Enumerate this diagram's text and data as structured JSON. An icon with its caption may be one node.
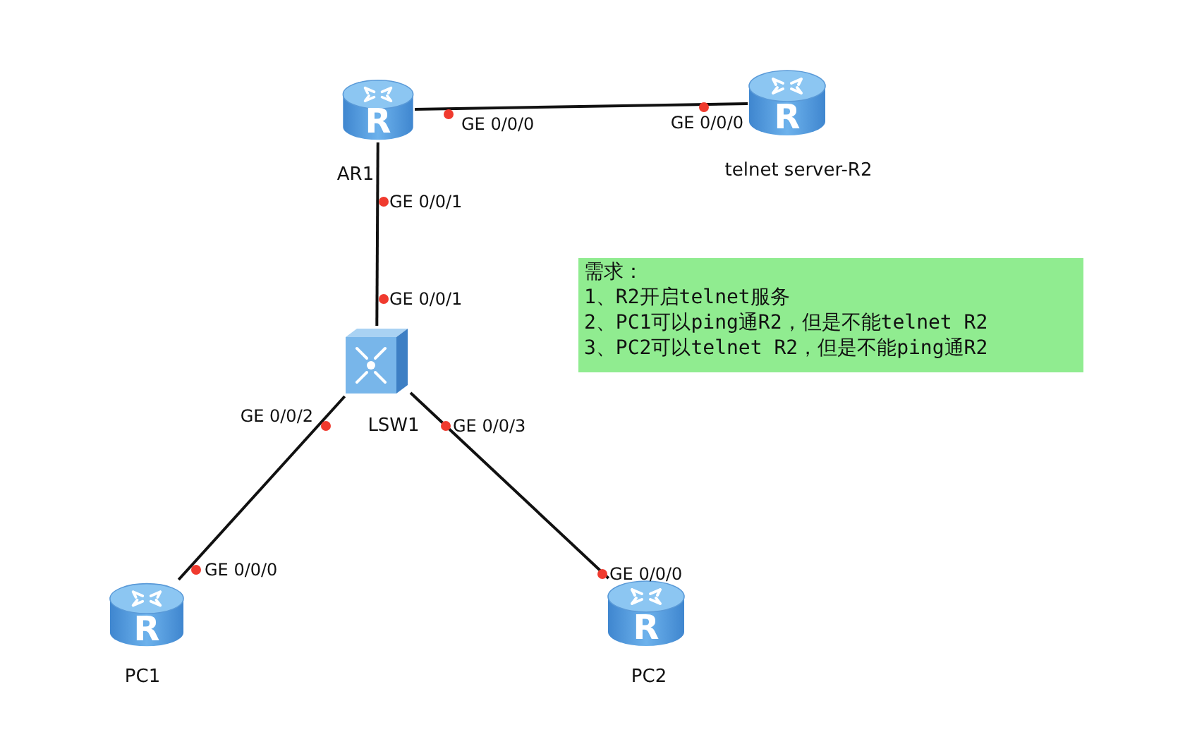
{
  "diagram": {
    "nodes": [
      {
        "text": [
          "R"
        ],
        "beside": [
          "AR1"
        ]
      },
      {
        "text": [
          "R"
        ],
        "beside": [
          "telnet server-R2"
        ]
      },
      {
        "text": [],
        "shape": "box",
        "beside": [
          "LSW1"
        ]
      },
      {
        "text": [
          "R"
        ],
        "beside": [
          "PC1"
        ]
      },
      {
        "text": [
          "R"
        ],
        "beside": [
          "PC2"
        ]
      },
      {
        "text": [
          "需求：",
          "1、R2开启telnet服务",
          "2、PC1可以ping通R2，但是不能telnet R2",
          "3、PC2可以telnet R2，但是不能ping通R2"
        ]
      }
    ],
    "edges": [
      {
        "from": 0,
        "to": 1,
        "arrow": "none"
      },
      {
        "from": 0,
        "to": 2,
        "arrow": "none"
      },
      {
        "from": 2,
        "to": 3,
        "arrow": "none"
      },
      {
        "from": 2,
        "to": 4,
        "arrow": "none"
      }
    ],
    "labels": [
      "GE 0/0/0",
      "GE 0/0/0",
      "GE 0/0/1",
      "GE 0/0/1",
      "GE 0/0/2",
      "GE 0/0/3",
      "GE 0/0/0",
      "GE 0/0/0"
    ]
  }
}
